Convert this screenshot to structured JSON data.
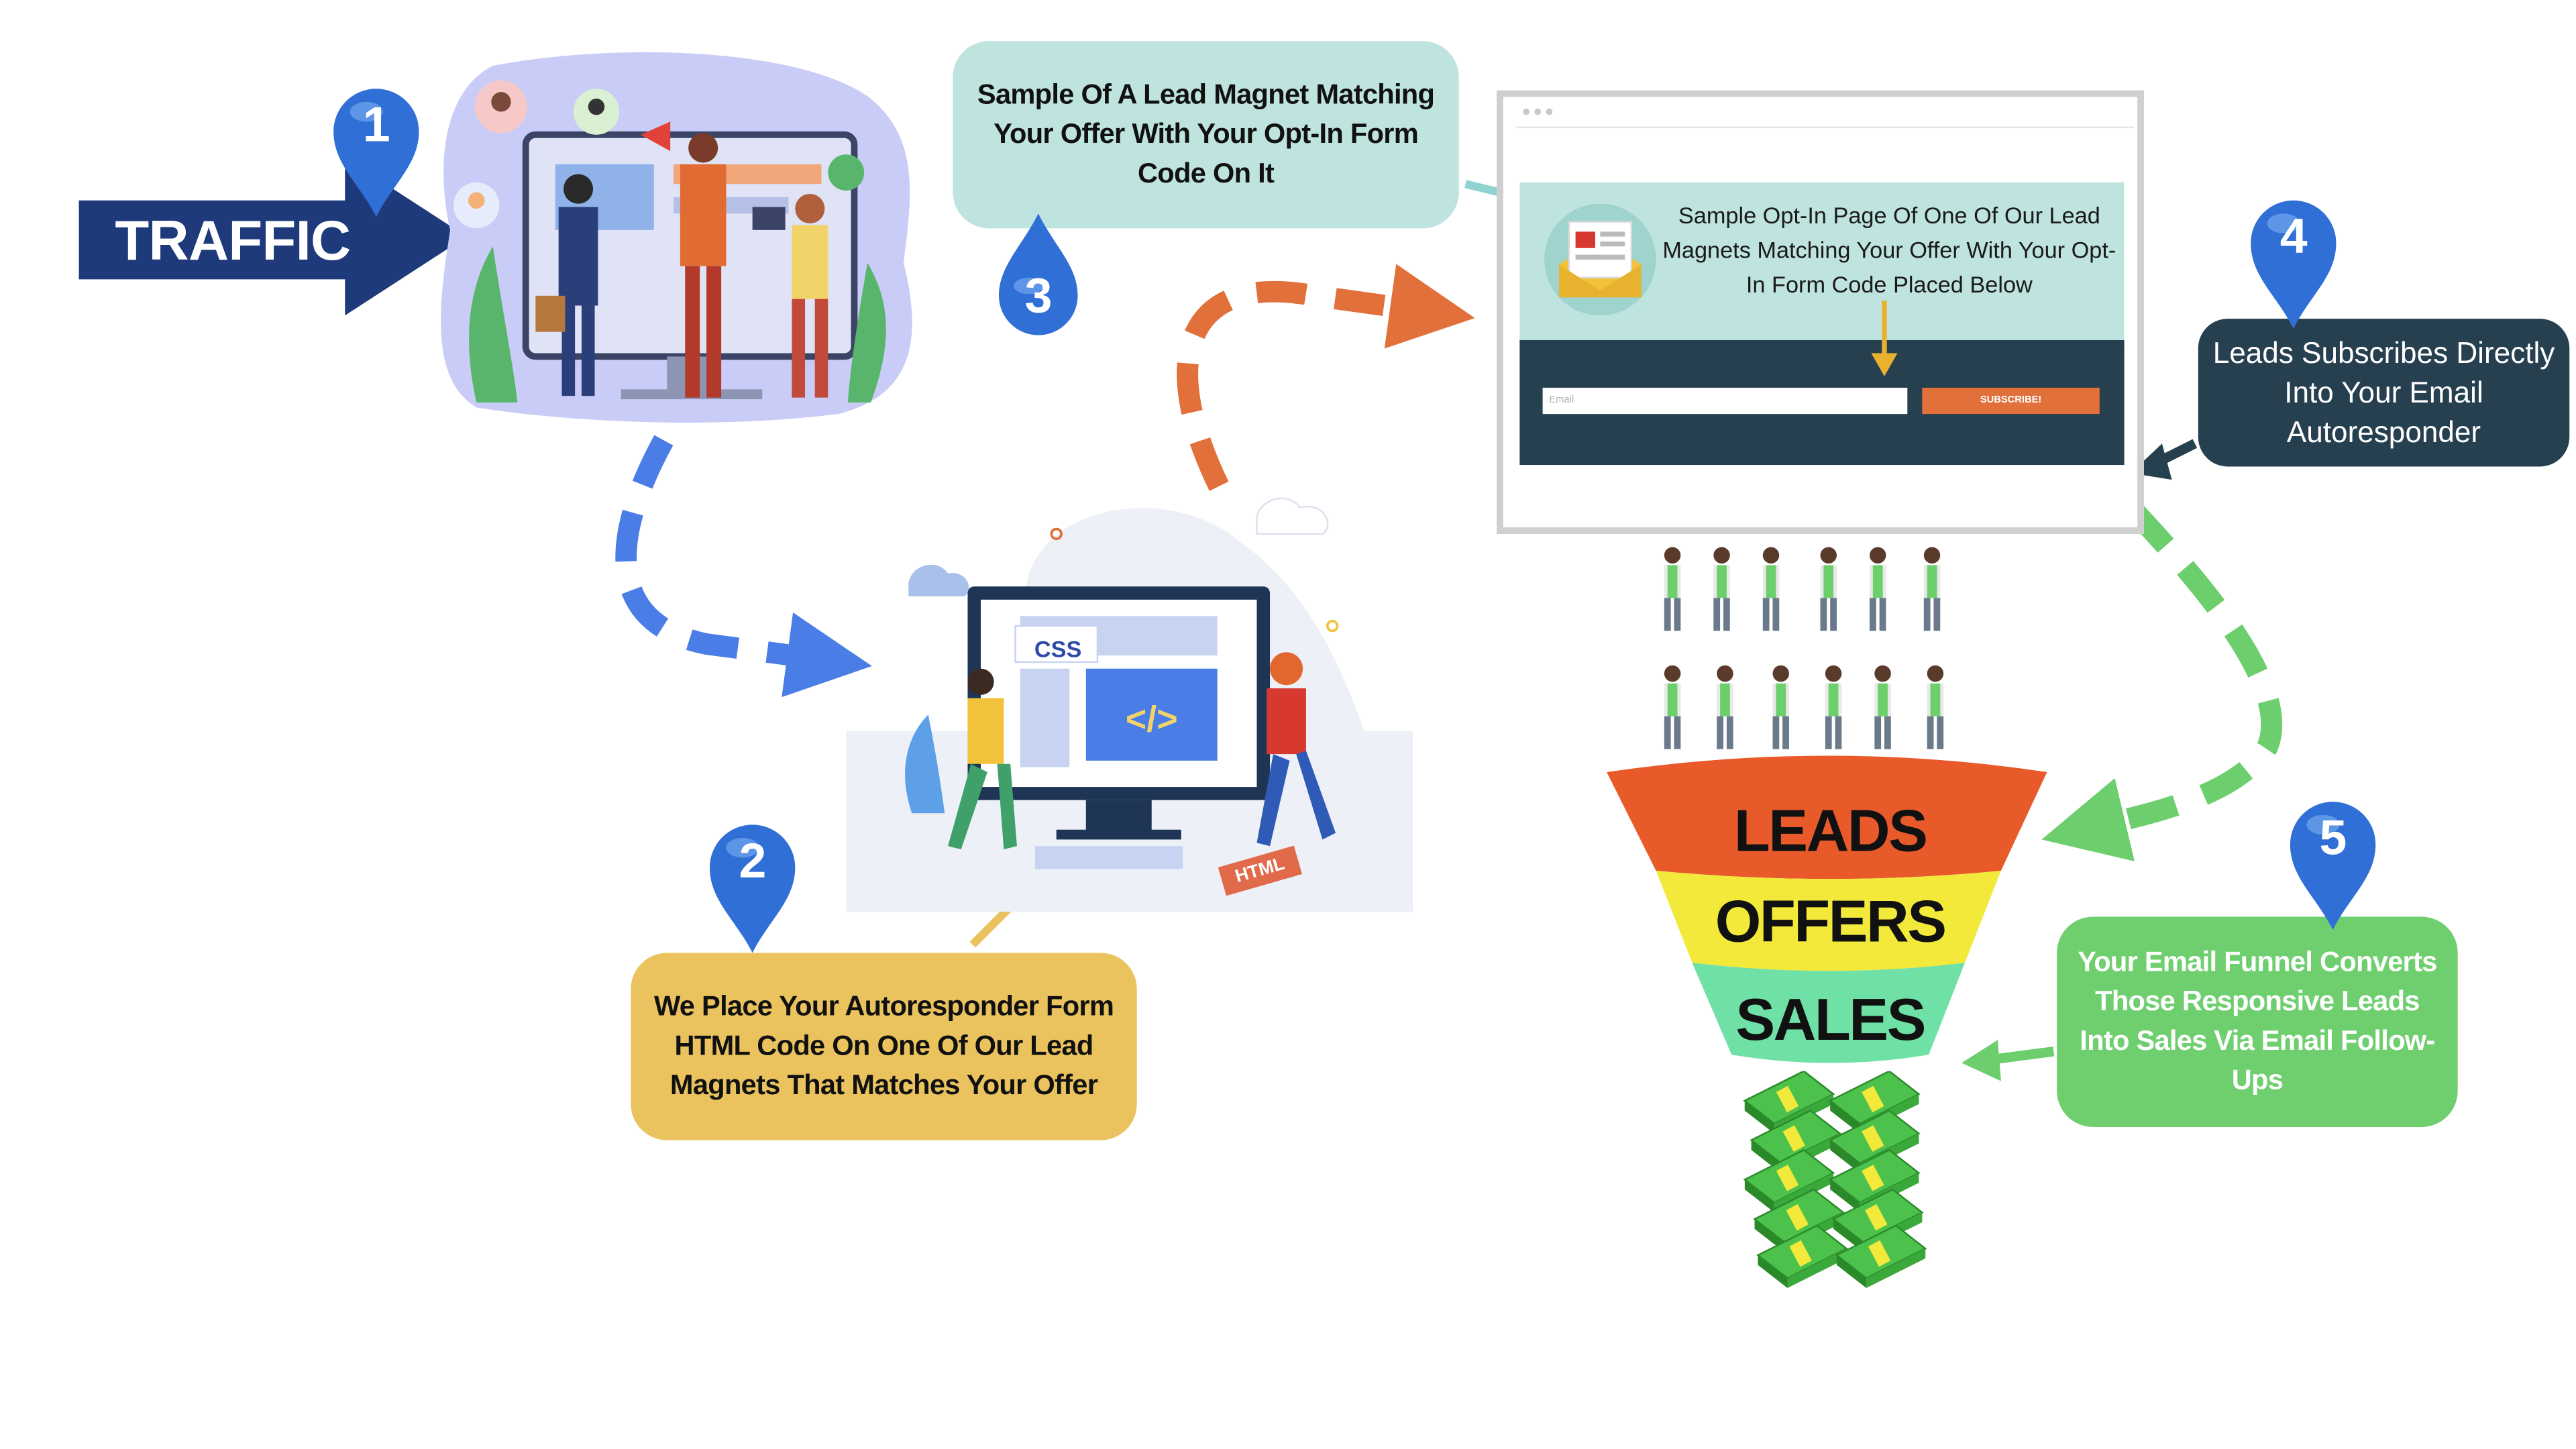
{
  "traffic": {
    "label": "TRAFFIC"
  },
  "markers": [
    "1",
    "2",
    "3",
    "4",
    "5"
  ],
  "step2": {
    "text": "We Place Your Autoresponder Form HTML Code On One Of Our Lead Magnets That Matches Your Offer"
  },
  "step3": {
    "text": "Sample Of A Lead Magnet Matching Your Offer With Your Opt-In Form Code On It"
  },
  "step4": {
    "text": "Leads Subscribes Directly Into Your Email Autoresponder"
  },
  "step5": {
    "text": "Your Email Funnel Converts Those Responsive Leads Into Sales Via Email Follow-Ups"
  },
  "optin": {
    "headline": "Sample Opt-In Page Of One Of Our Lead Magnets Matching Your Offer With Your Opt-In Form Code Placed Below",
    "email_placeholder": "Email",
    "button_label": "SUBSCRIBE!"
  },
  "coder": {
    "css_label": "CSS",
    "code_label": "</>",
    "html_tag": "HTML"
  },
  "funnel": {
    "leads": "LEADS",
    "offers": "OFFERS",
    "sales": "SALES"
  },
  "colors": {
    "traffic_arrow": "#1e3a7b",
    "marker_blue": "#2f6fd6",
    "blue_arrow": "#4a7de6",
    "orange_arrow": "#e2703a",
    "green_arrow": "#6cce6c",
    "funnel_leads": "#e85a2a",
    "funnel_offers": "#f2e93a",
    "funnel_sales": "#6fe0a6",
    "bubble_teal": "#bfe3df",
    "bubble_gold": "#eac35f",
    "bubble_navy": "#27404f",
    "bubble_green": "#6fcf6f"
  }
}
